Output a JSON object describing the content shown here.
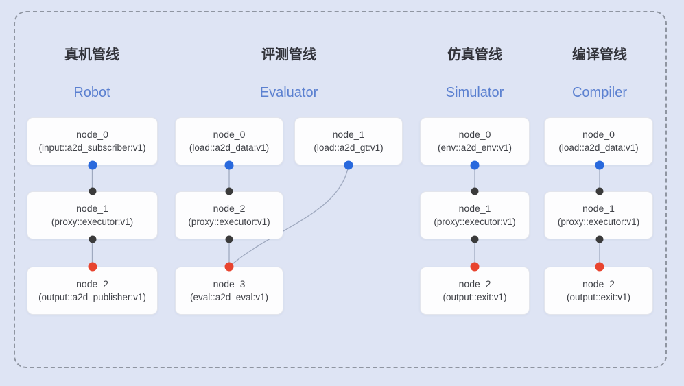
{
  "colors": {
    "bg": "#dee4f4",
    "dash": "#8f95a1",
    "edge": "#9fa9bf",
    "title_zh": "#32333a",
    "title_en": "#5b80d0",
    "node_bg": "#fdfdfe",
    "node_border": "#e3e5ec",
    "node_text": "#3f4147",
    "port_blue": "#2969dd",
    "port_dark": "#3b3b3b",
    "port_red": "#e8442f"
  },
  "pipelines": [
    {
      "id": "robot",
      "title_zh": "真机管线",
      "title_en": "Robot",
      "nodes": [
        {
          "label": "node_0",
          "type": "(input::a2d_subscriber:v1)"
        },
        {
          "label": "node_1",
          "type": "(proxy::executor:v1)"
        },
        {
          "label": "node_2",
          "type": "(output::a2d_publisher:v1)"
        }
      ],
      "edges": [
        [
          "node_0",
          "node_1"
        ],
        [
          "node_1",
          "node_2"
        ]
      ]
    },
    {
      "id": "evaluator",
      "title_zh": "评测管线",
      "title_en": "Evaluator",
      "nodes": [
        {
          "label": "node_0",
          "type": "(load::a2d_data:v1)"
        },
        {
          "label": "node_1",
          "type": "(load::a2d_gt:v1)"
        },
        {
          "label": "node_2",
          "type": "(proxy::executor:v1)"
        },
        {
          "label": "node_3",
          "type": "(eval::a2d_eval:v1)"
        }
      ],
      "edges": [
        [
          "node_0",
          "node_2"
        ],
        [
          "node_2",
          "node_3"
        ],
        [
          "node_1",
          "node_3"
        ]
      ]
    },
    {
      "id": "simulator",
      "title_zh": "仿真管线",
      "title_en": "Simulator",
      "nodes": [
        {
          "label": "node_0",
          "type": "(env::a2d_env:v1)"
        },
        {
          "label": "node_1",
          "type": "(proxy::executor:v1)"
        },
        {
          "label": "node_2",
          "type": "(output::exit:v1)"
        }
      ],
      "edges": [
        [
          "node_0",
          "node_1"
        ],
        [
          "node_1",
          "node_2"
        ]
      ]
    },
    {
      "id": "compiler",
      "title_zh": "编译管线",
      "title_en": "Compiler",
      "nodes": [
        {
          "label": "node_0",
          "type": "(load::a2d_data:v1)"
        },
        {
          "label": "node_1",
          "type": "(proxy::executor:v1)"
        },
        {
          "label": "node_2",
          "type": "(output::exit:v1)"
        }
      ],
      "edges": [
        [
          "node_0",
          "node_1"
        ],
        [
          "node_1",
          "node_2"
        ]
      ]
    }
  ]
}
